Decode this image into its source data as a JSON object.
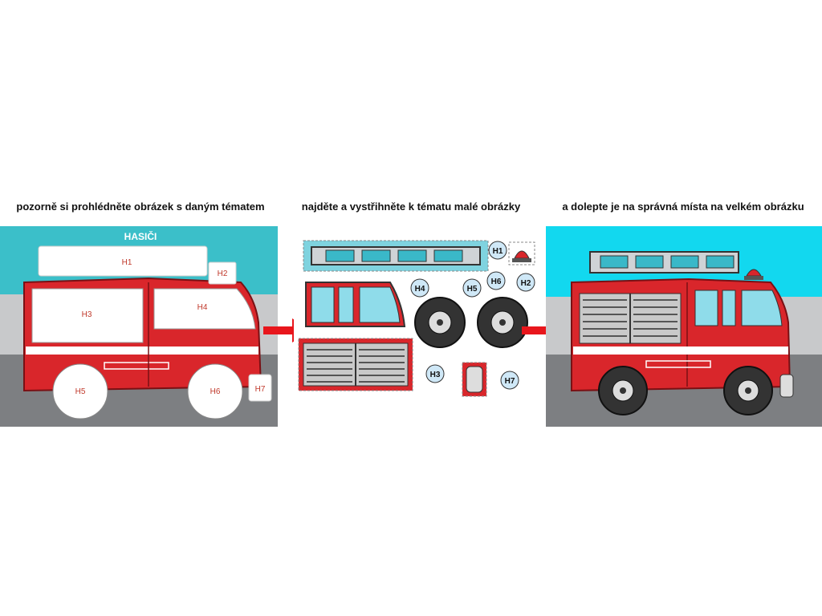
{
  "steps": [
    {
      "caption": "pozorně si prohlédněte obrázek s daným tématem"
    },
    {
      "caption": "najděte a vystřihněte k tématu malé obrázky"
    },
    {
      "caption": "a dolepte je na správná místa na velkém obrázku"
    }
  ],
  "template_panel": {
    "title": "HASIČI",
    "slots": [
      "H1",
      "H2",
      "H3",
      "H4",
      "H5",
      "H6",
      "H7"
    ]
  },
  "cutouts_panel": {
    "labels": [
      "H1",
      "H2",
      "H3",
      "H4",
      "H5",
      "H6",
      "H7"
    ]
  },
  "colors": {
    "sky": "#3bbfc9",
    "road": "#7d7f82",
    "truck_red": "#d9262b",
    "arrow_red": "#e8161c",
    "bubble": "#cfe8f7",
    "sky_final": "#12d8ef"
  }
}
